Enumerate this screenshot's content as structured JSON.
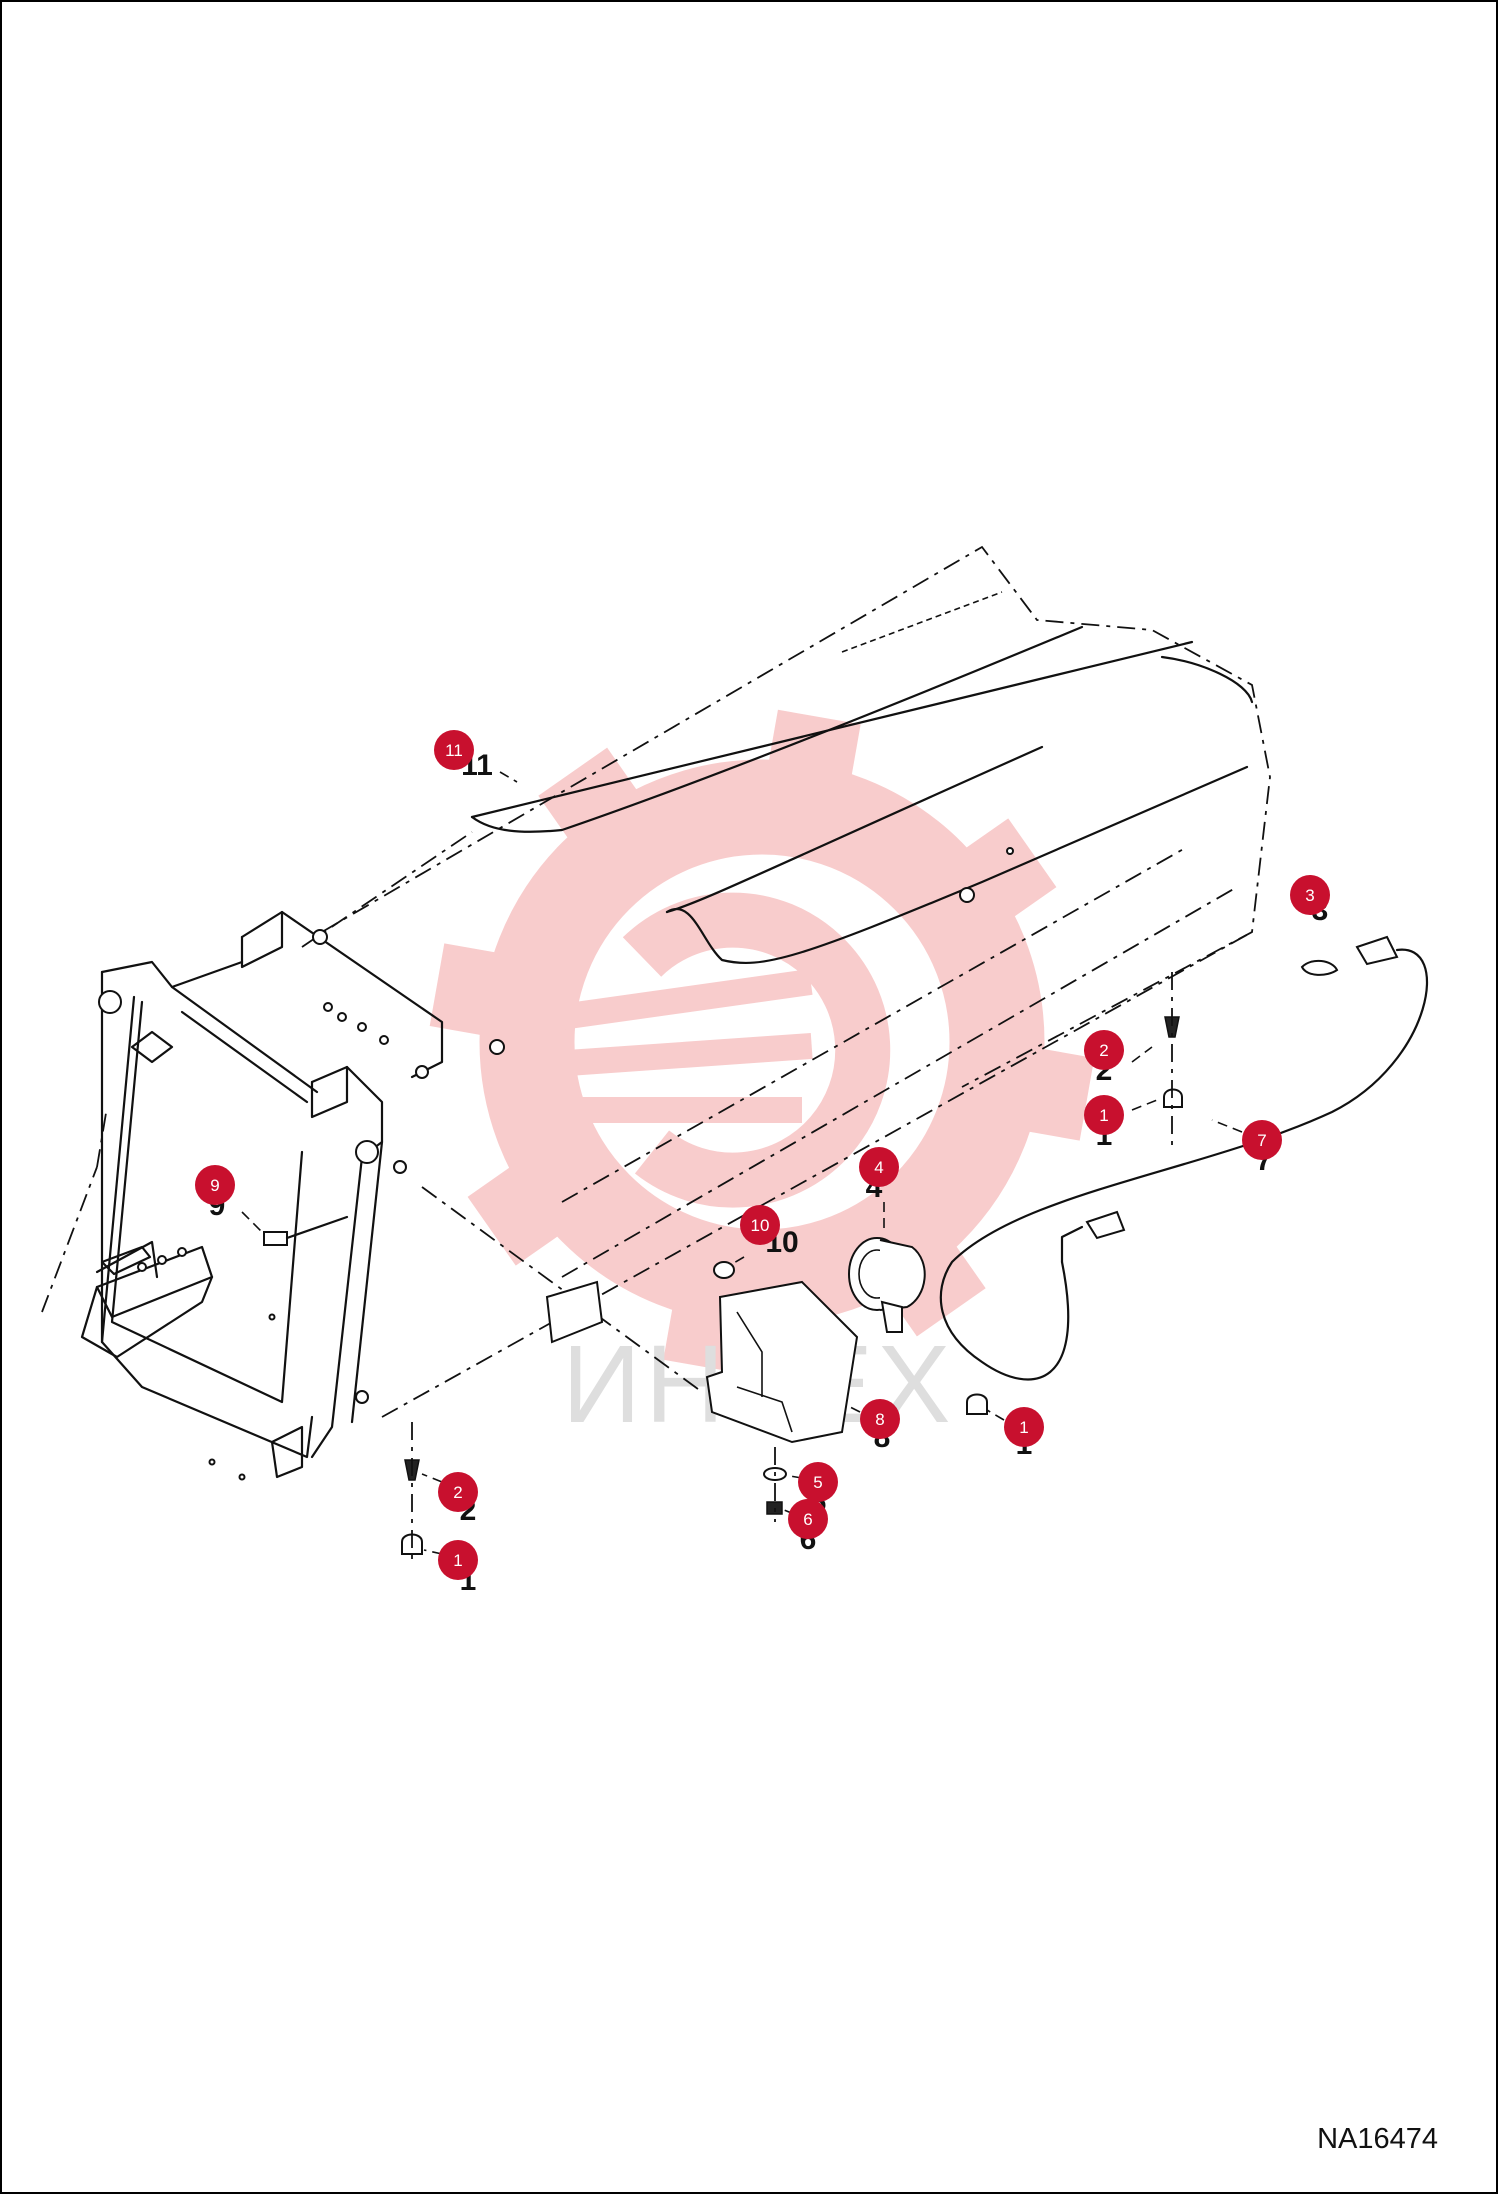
{
  "watermark": {
    "text": "ИНТЕХ",
    "gear_color": "#f7c3c3",
    "text_color": "#d8d8d8"
  },
  "callouts": [
    {
      "label": "11",
      "number": "11"
    },
    {
      "label": "3",
      "number": "3"
    },
    {
      "label": "2",
      "number": "2"
    },
    {
      "label": "1",
      "number": "1"
    },
    {
      "label": "7",
      "number": "7"
    },
    {
      "label": "4",
      "number": "4"
    },
    {
      "label": "9",
      "number": "9"
    },
    {
      "label": "10",
      "number": "10"
    },
    {
      "label": "8",
      "number": "8"
    },
    {
      "label": "1",
      "number": "1"
    },
    {
      "label": "5",
      "number": "5"
    },
    {
      "label": "6",
      "number": "6"
    },
    {
      "label": "2",
      "number": "2"
    },
    {
      "label": "1",
      "number": "1"
    }
  ],
  "badge_color": "#c8102e",
  "drawing_code": "NA16474"
}
